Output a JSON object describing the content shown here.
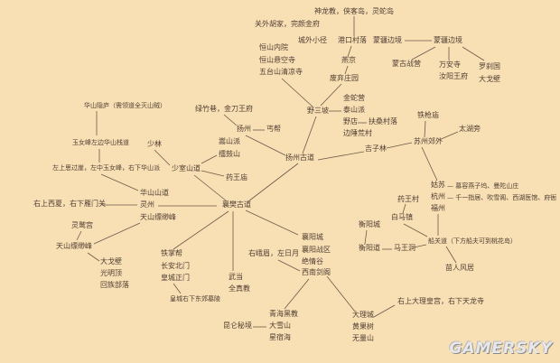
{
  "nodes": {
    "shenlong": "神龙教，侠客岛，灵蛇岛",
    "guanwai": "关外胡家，完颜金府",
    "chengwai": "城外小径",
    "gangkou": "港口村落",
    "mengjiang1": "蒙疆边境",
    "mengjiang2": "蒙疆边境",
    "menggu": "蒙古战营",
    "wanan": "万安寺",
    "ruyang": "汝阳王府",
    "luocha": "罗刹国",
    "dagebi_n": "大戈壁",
    "hengshan1": "恒山内院",
    "hengshan2": "恒山悬空寺",
    "wutai": "五台山清凉寺",
    "yanjing": "燕京",
    "feiqi": "废弃庄园",
    "yesanpo": "野三坡",
    "jinshe": "金蛇营",
    "taishan": "泰山派",
    "yedian": "野店",
    "fusang": "扶桑村落",
    "bianchui": "边陲荒村",
    "tieqiang": "铁枪庙",
    "suzhou": "苏州郊外",
    "taihu": "太湖旁",
    "jizilin": "吉子林",
    "yangzhou_gudao": "扬州古道",
    "lvzhu": "绿竹巷，金刀王府",
    "yangzhou": "扬州",
    "gaibang": "丐帮",
    "huashan_yinlu": "华山隐庐（需领道全灭山贼）",
    "yunv": "玉女峰左边华山栈道",
    "siguo": "左上思过崖，左中玉女峰，右下华山派",
    "shaolin": "少林",
    "songshan": "嵩山派",
    "leigu": "擂鼓山",
    "shaoshi": "少室山道",
    "yaowang_miao": "药王庙",
    "huashan_shandao": "华山山道",
    "xixia": "右上西夏，右下雁门关",
    "lingzhou": "灵州",
    "tianshan1": "天山缥缈峰",
    "xiangfan": "襄樊古道",
    "lingjiu": "灵鹫宫",
    "tianshan2": "天山缥缈峰",
    "dagebi_w": "大戈壁",
    "guangming": "光明顶",
    "huizu": "回族部落",
    "tiezhang": "铁掌帮",
    "changan": "长安北门",
    "huangcheng": "皇城正门",
    "muling": "皇城右下东郊墓陵",
    "wudang": "武当",
    "quanzhen": "全真教",
    "emei": "右峨眉，左日月",
    "xiangyang": "襄阳城",
    "xiangyang_zhan": "襄阳战区",
    "jueqing": "绝情谷",
    "xinan": "西南剑阁",
    "qinghai": "青海黑教",
    "daxue": "大雪山",
    "xingxiu": "星宿海",
    "kunlun": "昆仑秘境",
    "yaowang_cun": "药王村",
    "baima": "白马镇",
    "hengyang_cheng": "衡阳城",
    "hengyang_dao": "衡阳道",
    "mawang": "马王洞",
    "gusu": "姑苏",
    "gusu_sub": "— 慕容燕子坞、曼陀山庄",
    "hangzhou": "杭州",
    "hangzhou_sub": "— 千一指居、吹雪阁、西湖医馆、府衙",
    "fuzhou": "福州",
    "chuanguan": "船关道（下方船夫可到桃花岛）",
    "miaoren": "苗人风居",
    "dali_note": "右上大理皇宫，右下天龙寺",
    "dali": "大理城",
    "huangguoshu": "黄果树",
    "wuliang": "无量山"
  },
  "edge_dash": "—",
  "watermark": "GAMERSKY"
}
